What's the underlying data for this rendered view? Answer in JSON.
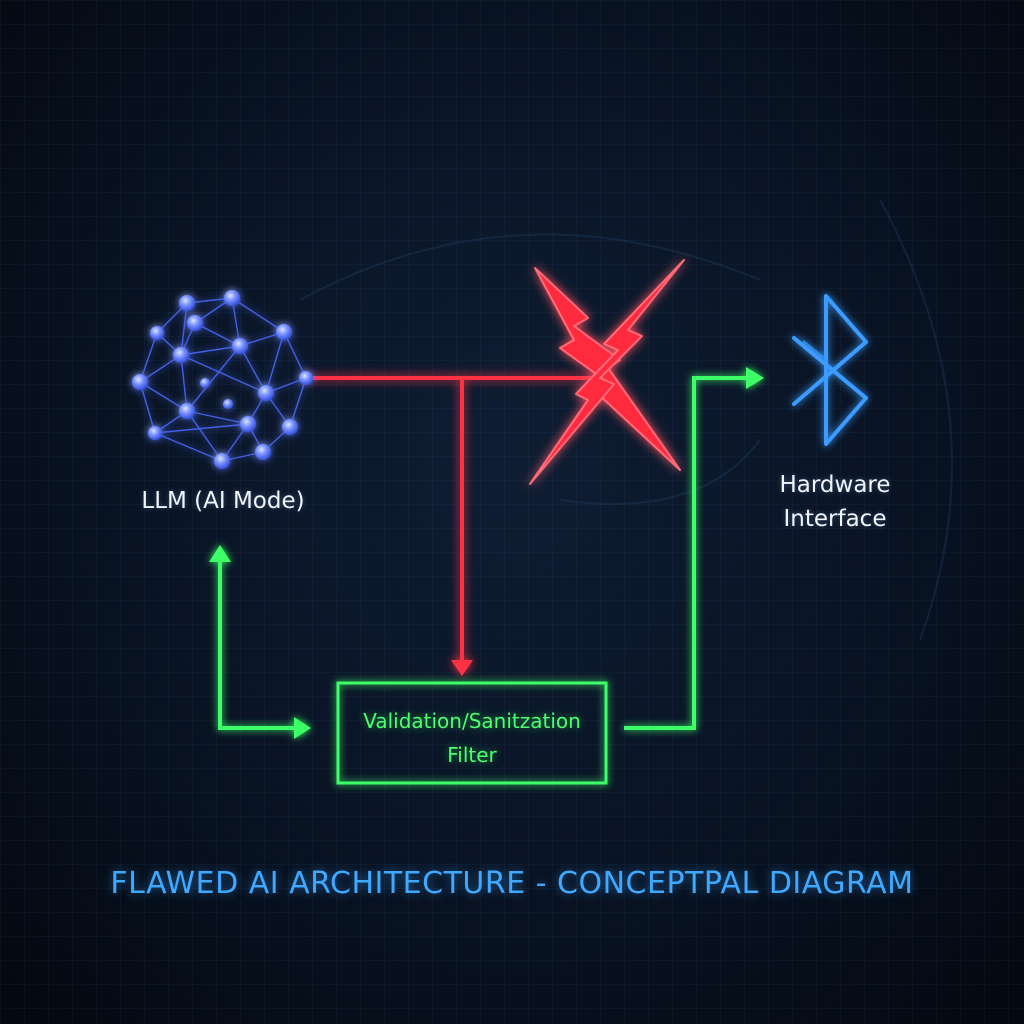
{
  "nodes": {
    "llm": {
      "label": "LLM (AI Mode)",
      "icon": "neural-network-icon"
    },
    "hardware": {
      "label_line1": "Hardware",
      "label_line2": "Interface",
      "icon": "bluetooth-icon"
    },
    "filter": {
      "label_line1": "Validation/Sanitzation",
      "label_line2": "Filter"
    }
  },
  "blocked_marker": {
    "icon": "red-lightning-x-icon"
  },
  "title": "FLAWED AI ARCHITECTURE - CONCEPTPAL DIAGRAM",
  "colors": {
    "background": "#07101e",
    "neural": "#5a7bff",
    "red_path": "#ff3344",
    "green_path": "#3cff68",
    "bluetooth": "#3a9bff",
    "title": "#3fa9ff"
  }
}
